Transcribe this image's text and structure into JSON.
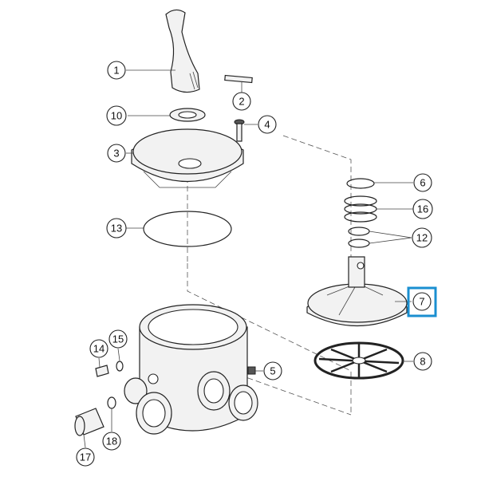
{
  "diagram": {
    "callouts": [
      {
        "id": "1",
        "label": "1"
      },
      {
        "id": "2",
        "label": "2"
      },
      {
        "id": "10",
        "label": "10"
      },
      {
        "id": "4",
        "label": "4"
      },
      {
        "id": "3",
        "label": "3"
      },
      {
        "id": "6",
        "label": "6"
      },
      {
        "id": "16",
        "label": "16"
      },
      {
        "id": "12",
        "label": "12"
      },
      {
        "id": "13",
        "label": "13"
      },
      {
        "id": "7",
        "label": "7"
      },
      {
        "id": "8",
        "label": "8"
      },
      {
        "id": "5",
        "label": "5"
      },
      {
        "id": "14",
        "label": "14"
      },
      {
        "id": "15",
        "label": "15"
      },
      {
        "id": "18",
        "label": "18"
      },
      {
        "id": "17",
        "label": "17"
      }
    ],
    "highlighted": "7",
    "highlight_color": "#1a8fd0"
  }
}
